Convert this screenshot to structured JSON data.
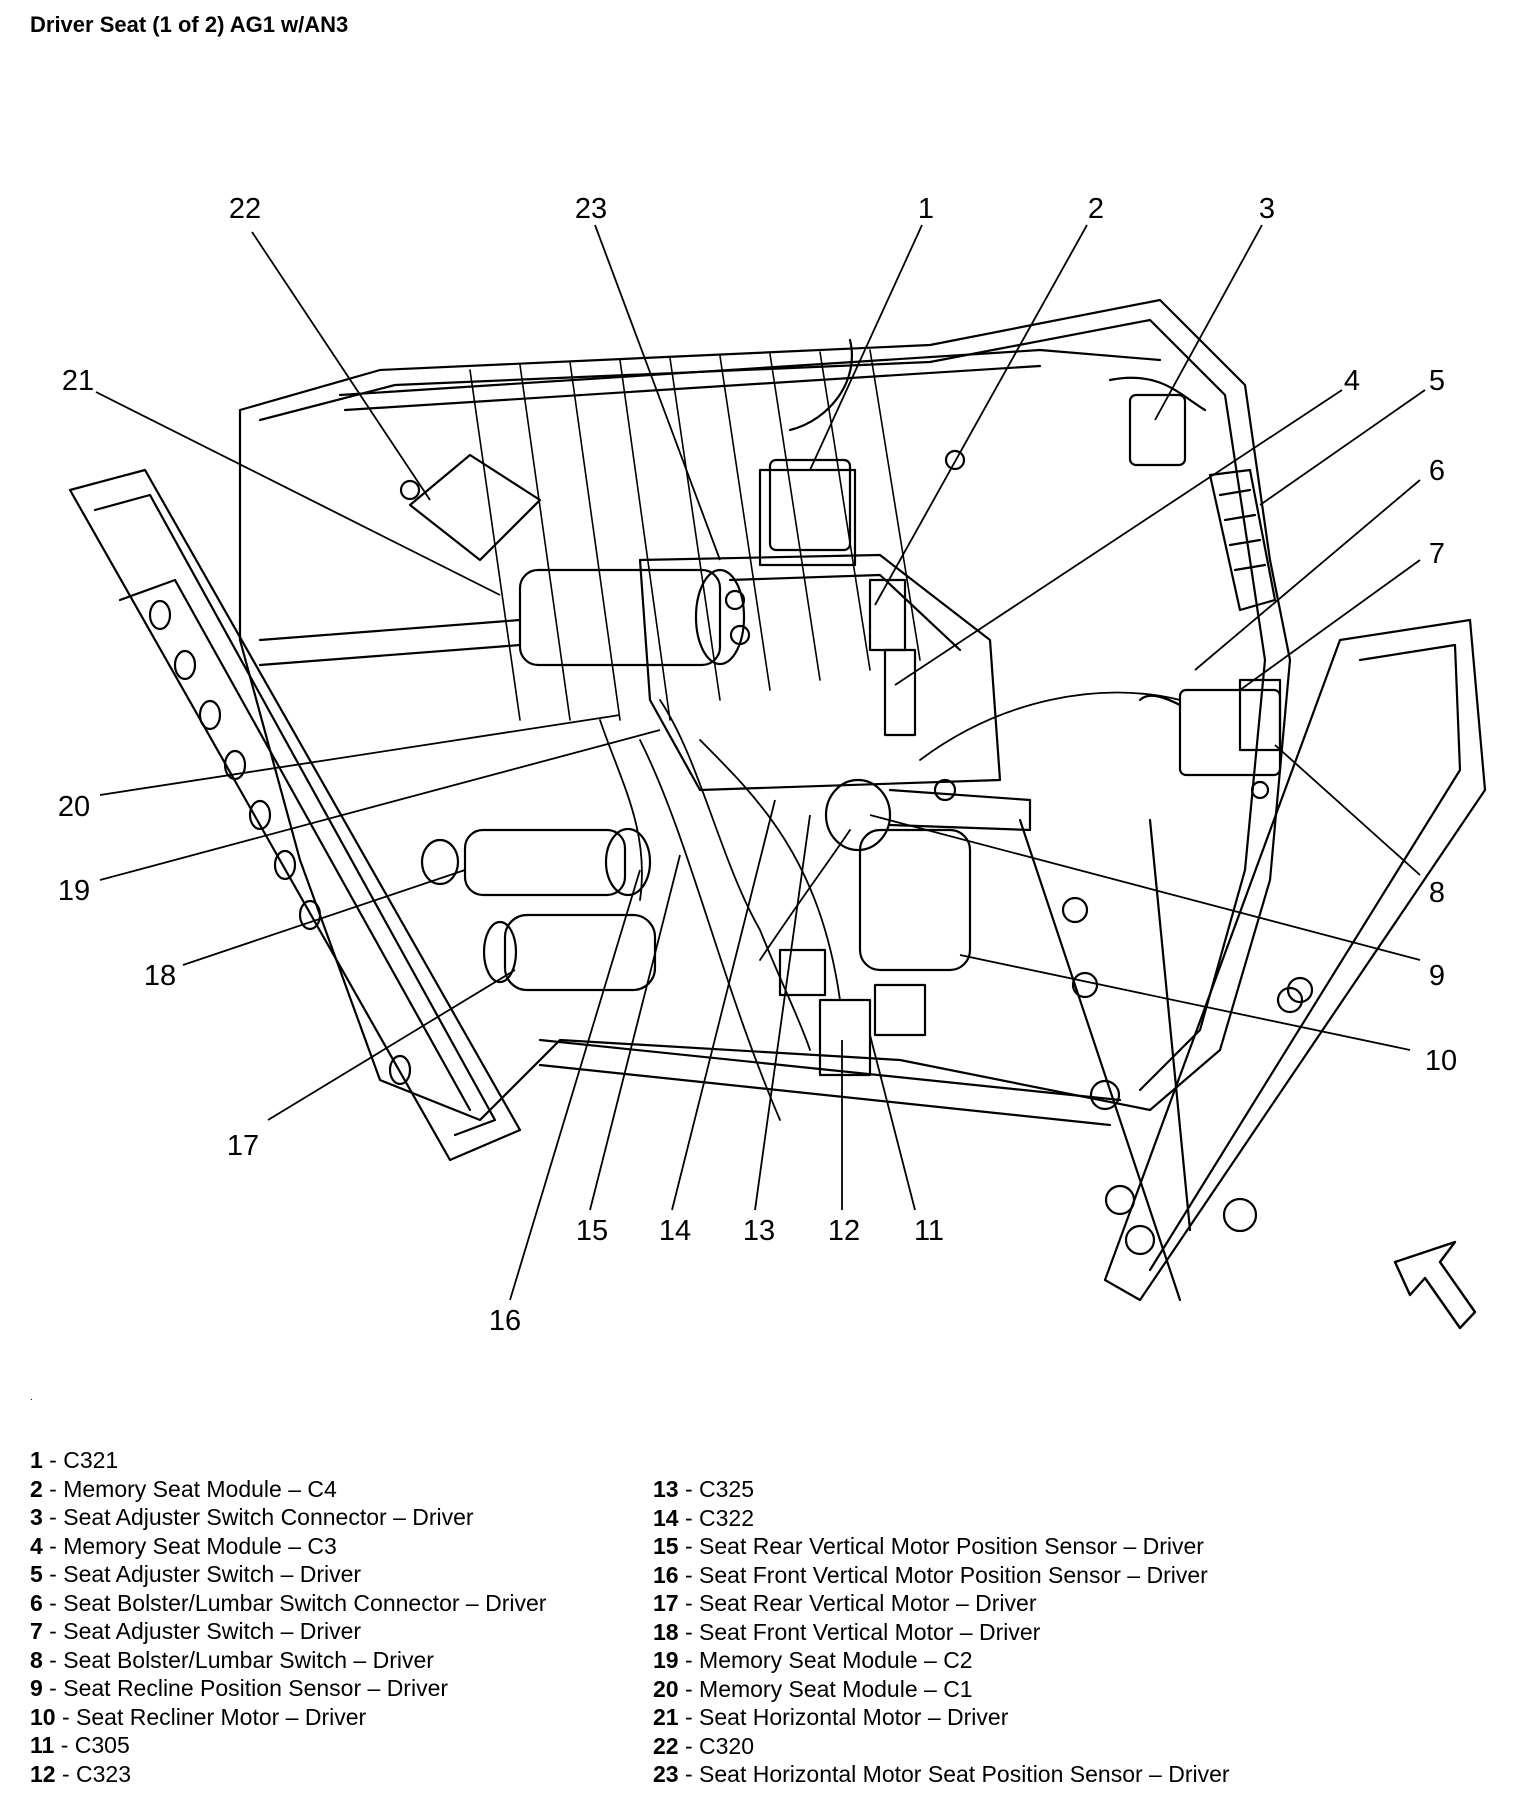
{
  "title": "Driver Seat (1 of 2) AG1 w/AN3",
  "callouts": [
    "1",
    "2",
    "3",
    "4",
    "5",
    "6",
    "7",
    "8",
    "9",
    "10",
    "11",
    "12",
    "13",
    "14",
    "15",
    "16",
    "17",
    "18",
    "19",
    "20",
    "21",
    "22",
    "23"
  ],
  "legend_left": [
    {
      "num": "1",
      "text": " - C321"
    },
    {
      "num": "2",
      "text": " - Memory Seat Module – C4"
    },
    {
      "num": "3",
      "text": " - Seat Adjuster Switch Connector – Driver"
    },
    {
      "num": "4",
      "text": " - Memory Seat Module – C3"
    },
    {
      "num": "5",
      "text": " - Seat Adjuster Switch – Driver"
    },
    {
      "num": "6",
      "text": " - Seat Bolster/Lumbar Switch Connector – Driver"
    },
    {
      "num": "7",
      "text": " - Seat Adjuster Switch – Driver"
    },
    {
      "num": "8",
      "text": " - Seat Bolster/Lumbar Switch – Driver"
    },
    {
      "num": "9",
      "text": " - Seat Recline Position Sensor – Driver"
    },
    {
      "num": "10",
      "text": " - Seat Recliner Motor – Driver"
    },
    {
      "num": "11",
      "text": " - C305"
    },
    {
      "num": "12",
      "text": " - C323"
    }
  ],
  "legend_right": [
    {
      "num": "13",
      "text": " - C325"
    },
    {
      "num": "14",
      "text": " - C322"
    },
    {
      "num": "15",
      "text": " - Seat Rear Vertical Motor Position Sensor – Driver"
    },
    {
      "num": "16",
      "text": " - Seat Front Vertical Motor Position Sensor – Driver"
    },
    {
      "num": "17",
      "text": " - Seat Rear Vertical Motor – Driver"
    },
    {
      "num": "18",
      "text": " - Seat Front Vertical Motor – Driver"
    },
    {
      "num": "19",
      "text": " - Memory Seat Module – C2"
    },
    {
      "num": "20",
      "text": " - Memory Seat Module – C1"
    },
    {
      "num": "21",
      "text": " - Seat Horizontal Motor – Driver"
    },
    {
      "num": "22",
      "text": " - C320"
    },
    {
      "num": "23",
      "text": " - Seat Horizontal Motor Seat Position Sensor – Driver"
    }
  ]
}
